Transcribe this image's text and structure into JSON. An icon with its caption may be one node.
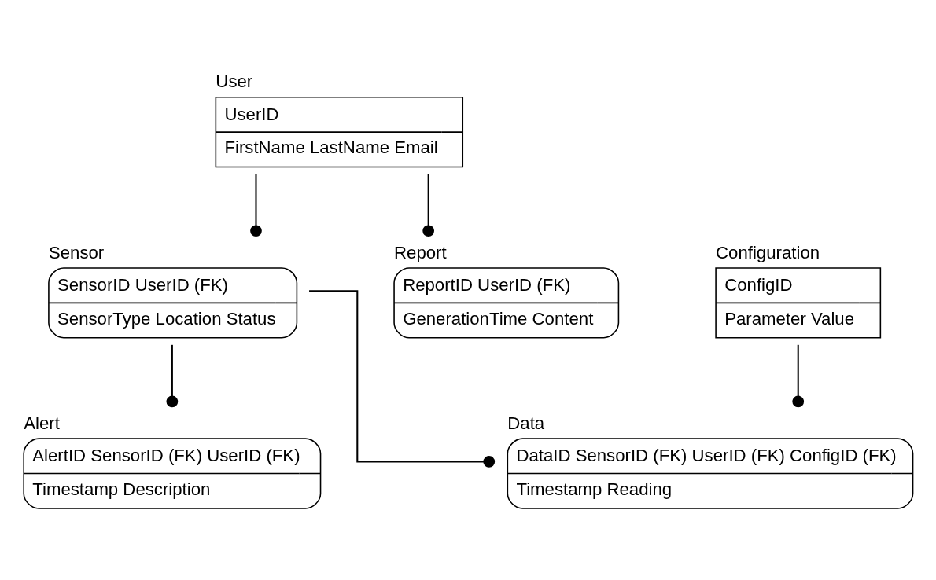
{
  "diagram": {
    "nodes": [
      {
        "text": [
          "User",
          "UserID",
          "FirstName LastName Email"
        ]
      },
      {
        "text": [
          "Sensor",
          "SensorID UserID (FK)",
          "SensorType Location Status"
        ]
      },
      {
        "text": [
          "Report",
          "ReportID UserID (FK)",
          "GenerationTime Content"
        ]
      },
      {
        "text": [
          "Data",
          "DataID SensorID (FK) UserID (FK) ConfigID (FK)",
          "Timestamp Reading"
        ]
      },
      {
        "text": [
          "Alert",
          "AlertID SensorID (FK) UserID (FK)",
          "Timestamp Description"
        ]
      },
      {
        "text": [
          "Configuration",
          "ConfigID",
          "Parameter Value"
        ]
      }
    ],
    "edges": [
      {
        "from": 0,
        "to": 1,
        "arrow": "other"
      },
      {
        "from": 0,
        "to": 2,
        "arrow": "other"
      },
      {
        "from": 1,
        "to": 3,
        "arrow": "other"
      },
      {
        "from": 1,
        "to": 4,
        "arrow": "other"
      },
      {
        "from": 5,
        "to": 3,
        "arrow": "other"
      }
    ]
  }
}
